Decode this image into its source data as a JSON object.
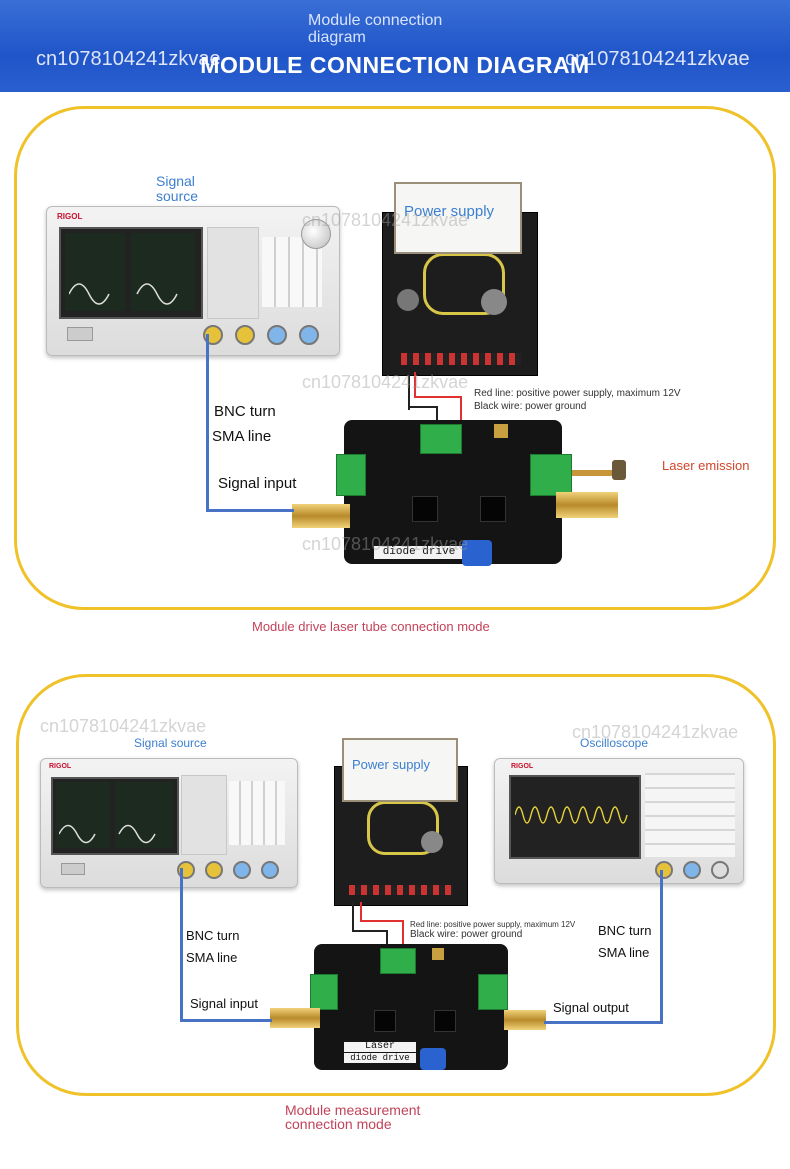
{
  "header": {
    "title_small": "Module connection diagram",
    "title_big": "MODULE CONNECTION DIAGRAM",
    "watermark_left": "cn1078104241zkvae",
    "watermark_right": "cn1078104241zkvae"
  },
  "panel1": {
    "signal_source": "Signal source",
    "power_supply": "Power supply",
    "bnc_turn": "BNC turn",
    "sma_line": "SMA line",
    "signal_input": "Signal input",
    "red_line": "Red line: positive power supply, maximum 12V",
    "black_wire": "Black wire: power ground",
    "laser_emission": "Laser emission",
    "board_label": "diode drive",
    "caption": "Module drive laser tube connection mode",
    "watermark1": "cn1078104241zkvae",
    "watermark2": "cn1078104241zkvae",
    "watermark3": "cn1078104241zkvae"
  },
  "panel2": {
    "signal_source": "Signal source",
    "oscilloscope": "Oscilloscope",
    "power_supply": "Power supply",
    "bnc_turn_l": "BNC turn",
    "sma_line_l": "SMA line",
    "signal_input": "Signal input",
    "bnc_turn_r": "BNC turn",
    "sma_line_r": "SMA line",
    "signal_output": "Signal output",
    "red_line": "Red line: positive power supply, maximum 12V",
    "black_wire": "Black wire: power ground",
    "board_label_1": "Laser",
    "board_label_2": "diode drive",
    "caption": "Module measurement connection mode",
    "watermark1": "cn1078104241zkvae",
    "watermark2": "cn1078104241zkvae"
  }
}
